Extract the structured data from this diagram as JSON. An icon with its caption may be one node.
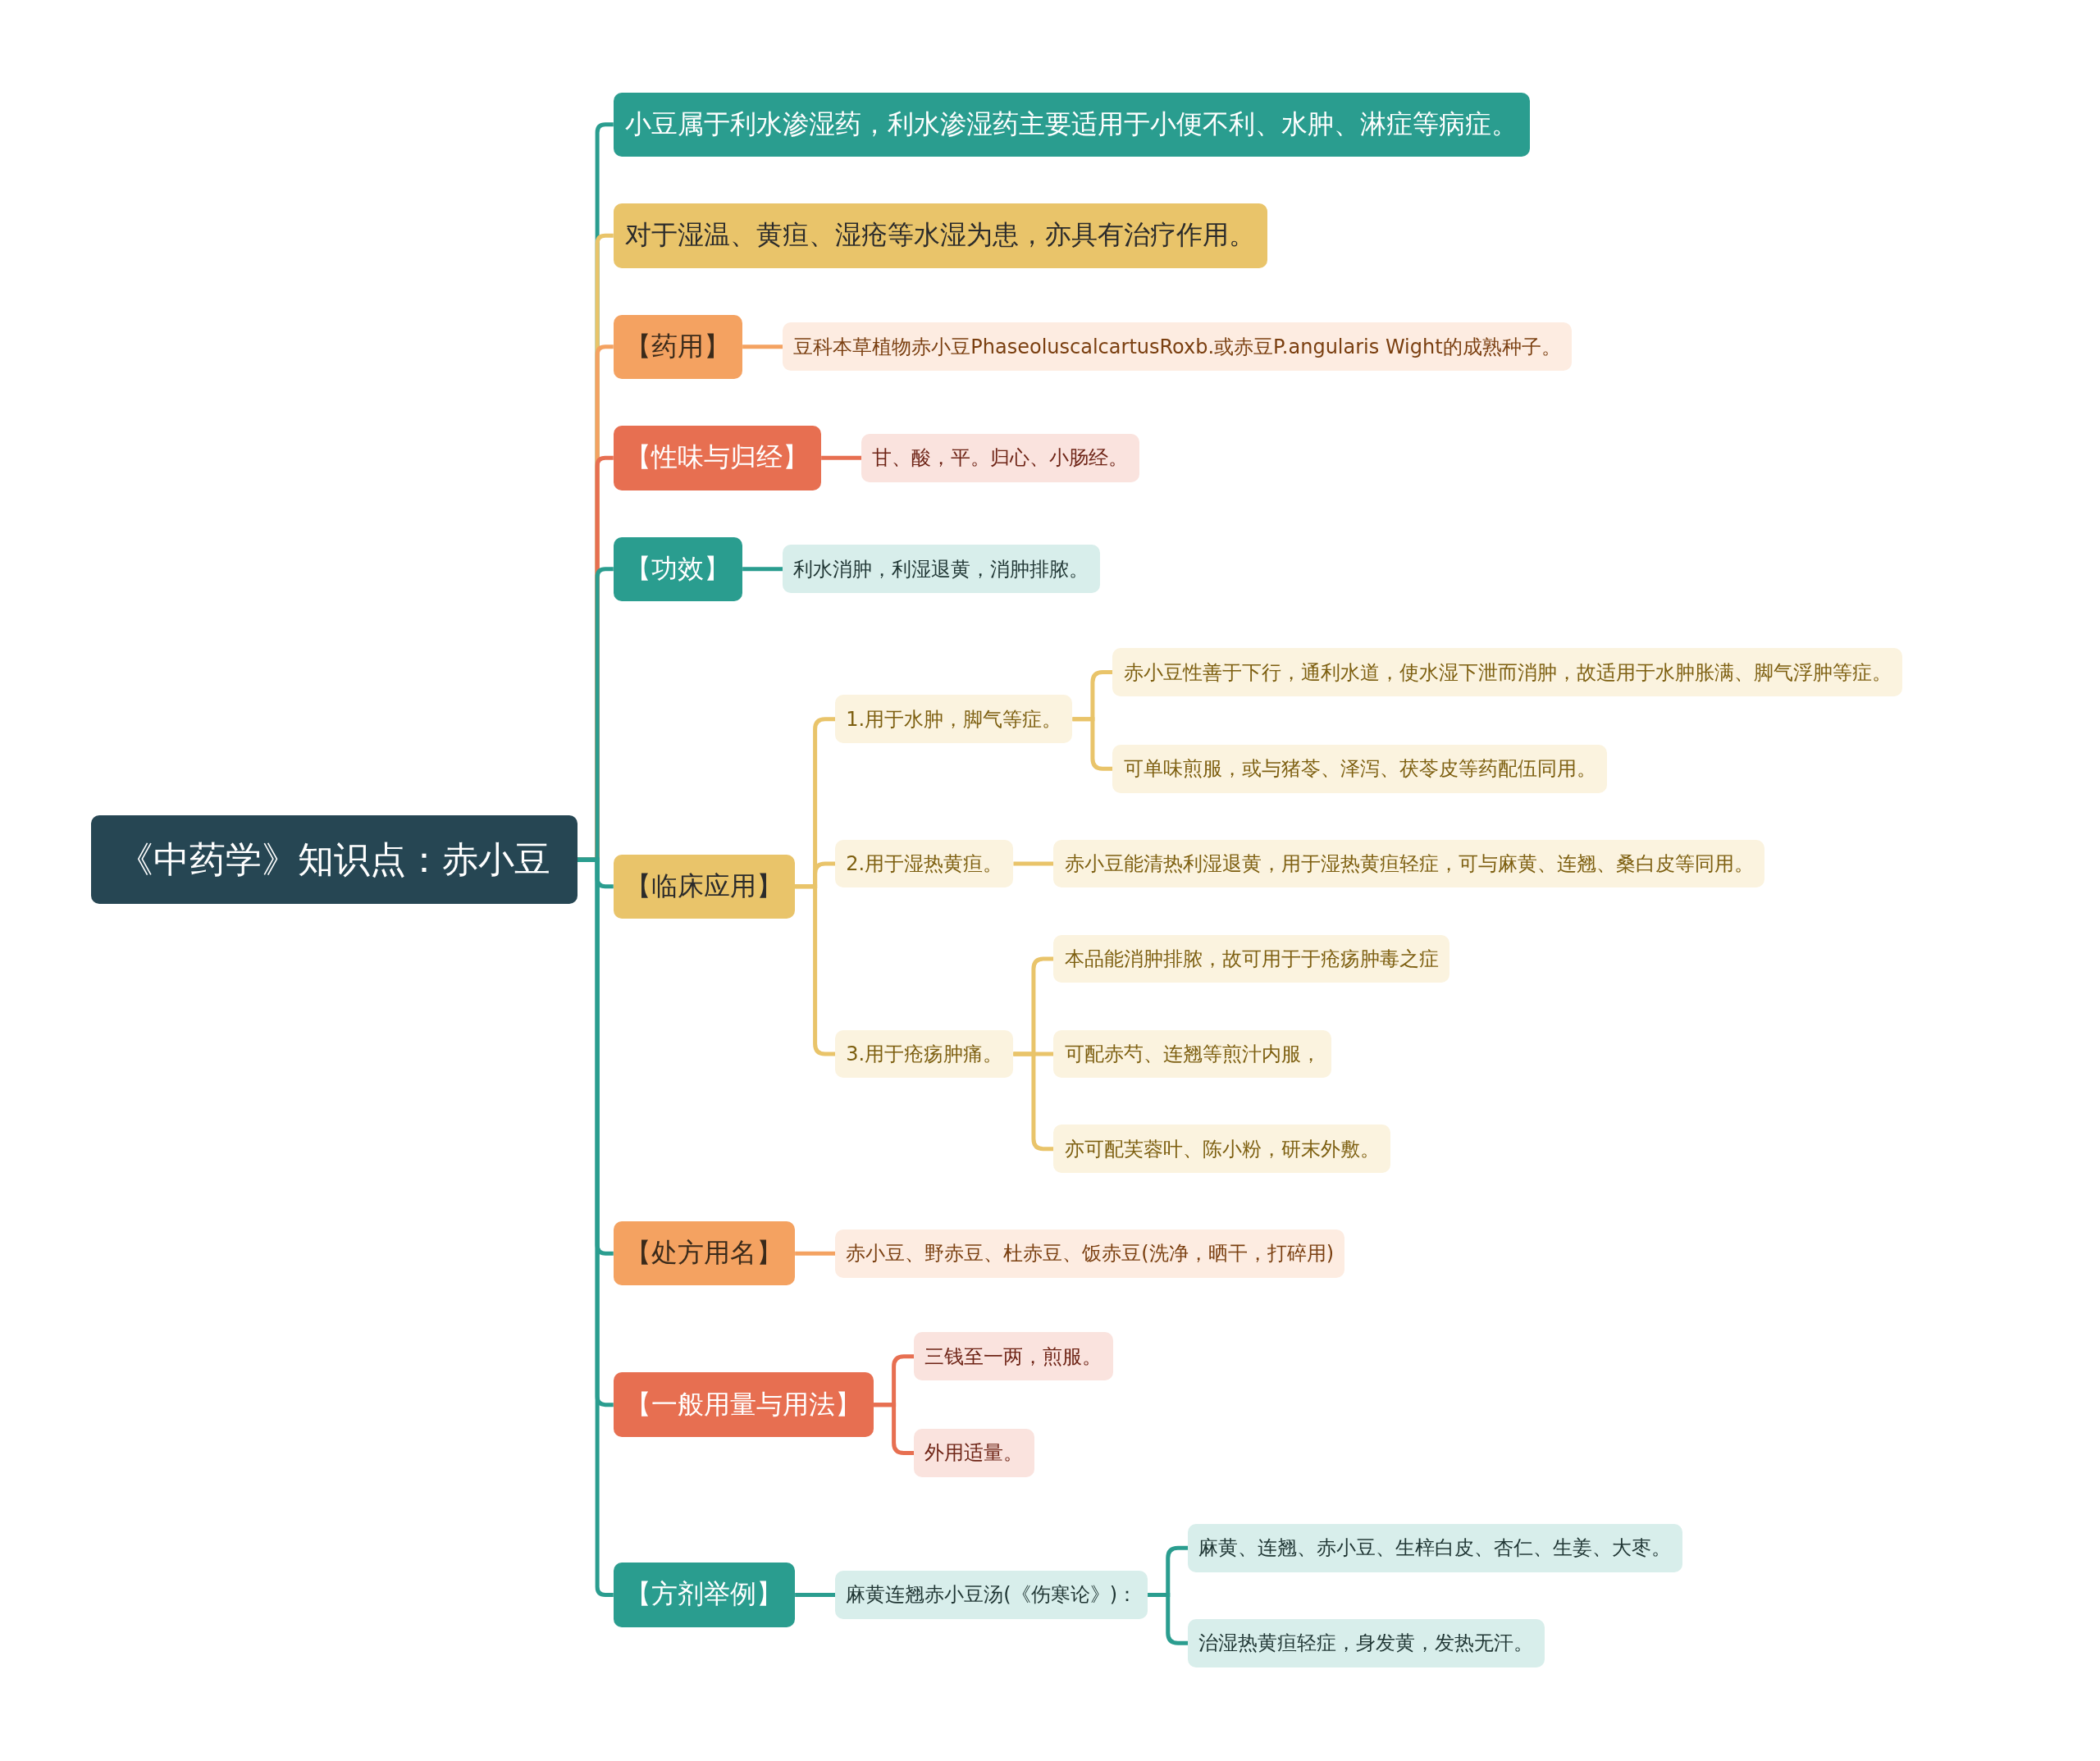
{
  "diagram": {
    "nodes": [
      {
        "text": [
          "《中药学》知识点：赤小豆"
        ]
      },
      {
        "text": [
          "小豆属于利水渗湿药，利水渗湿药主要适用于小便不利、水肿、淋症等病症。"
        ]
      },
      {
        "text": [
          "对于湿温、黄疸、湿疮等水湿为患，亦具有治疗作用。"
        ]
      },
      {
        "text": [
          "【药用】"
        ]
      },
      {
        "text": [
          "豆科本草植物赤小豆PhaseoluscalcartusRoxb.或赤豆P.angularis Wight的成熟种子。"
        ]
      },
      {
        "text": [
          "【性味与归经】"
        ]
      },
      {
        "text": [
          "甘、酸，平。归心、小肠经。"
        ]
      },
      {
        "text": [
          "【功效】"
        ]
      },
      {
        "text": [
          "利水消肿，利湿退黄，消肿排脓。"
        ]
      },
      {
        "text": [
          "【临床应用】"
        ]
      },
      {
        "text": [
          "1.用于水肿，脚气等症。"
        ]
      },
      {
        "text": [
          "赤小豆性善于下行，通利水道，使水湿下泄而消肿，故适用于水肿胀满、脚气浮肿等症。"
        ]
      },
      {
        "text": [
          "可单味煎服，或与猪苓、泽泻、茯苓皮等药配伍同用。"
        ]
      },
      {
        "text": [
          "2.用于湿热黄疸。"
        ]
      },
      {
        "text": [
          "赤小豆能清热利湿退黄，用于湿热黄疸轻症，可与麻黄、连翘、桑白皮等同用。"
        ]
      },
      {
        "text": [
          "3.用于疮疡肿痛。"
        ]
      },
      {
        "text": [
          "本品能消肿排脓，故可用于于疮疡肿毒之症"
        ]
      },
      {
        "text": [
          "可配赤芍、连翘等煎汁内服，"
        ]
      },
      {
        "text": [
          "亦可配芙蓉叶、陈小粉，研末外敷。"
        ]
      },
      {
        "text": [
          "【处方用名】"
        ]
      },
      {
        "text": [
          "赤小豆、野赤豆、杜赤豆、饭赤豆(洗净，晒干，打碎用)"
        ]
      },
      {
        "text": [
          "【一般用量与用法】"
        ]
      },
      {
        "text": [
          "三钱至一两，煎服。"
        ]
      },
      {
        "text": [
          "外用适量。"
        ]
      },
      {
        "text": [
          "【方剂举例】"
        ]
      },
      {
        "text": [
          "麻黄连翘赤小豆汤(《伤寒论》)："
        ]
      },
      {
        "text": [
          "麻黄、连翘、赤小豆、生梓白皮、杏仁、生姜、大枣。"
        ]
      },
      {
        "text": [
          "治湿热黄疸轻症，身发黄，发热无汗。"
        ]
      }
    ],
    "edges": [
      {
        "from": 0,
        "to": 1,
        "arrow": "none",
        "color": "#2a9d8f"
      },
      {
        "from": 0,
        "to": 2,
        "arrow": "none",
        "color": "#e9c46a"
      },
      {
        "from": 0,
        "to": 3,
        "arrow": "none",
        "color": "#f4a261"
      },
      {
        "from": 3,
        "to": 4,
        "arrow": "none",
        "color": "#f4a261"
      },
      {
        "from": 0,
        "to": 5,
        "arrow": "none",
        "color": "#e76f51"
      },
      {
        "from": 5,
        "to": 6,
        "arrow": "none",
        "color": "#e76f51"
      },
      {
        "from": 0,
        "to": 7,
        "arrow": "none",
        "color": "#2a9d8f"
      },
      {
        "from": 7,
        "to": 8,
        "arrow": "none",
        "color": "#2a9d8f"
      },
      {
        "from": 0,
        "to": 9,
        "arrow": "none",
        "color": "#2a9d8f"
      },
      {
        "from": 9,
        "to": 10,
        "arrow": "none",
        "color": "#e9c46a"
      },
      {
        "from": 10,
        "to": 11,
        "arrow": "none",
        "color": "#e9c46a"
      },
      {
        "from": 10,
        "to": 12,
        "arrow": "none",
        "color": "#e9c46a"
      },
      {
        "from": 9,
        "to": 13,
        "arrow": "none",
        "color": "#e9c46a"
      },
      {
        "from": 13,
        "to": 14,
        "arrow": "none",
        "color": "#e9c46a"
      },
      {
        "from": 9,
        "to": 15,
        "arrow": "none",
        "color": "#e9c46a"
      },
      {
        "from": 15,
        "to": 16,
        "arrow": "none",
        "color": "#e9c46a"
      },
      {
        "from": 15,
        "to": 17,
        "arrow": "none",
        "color": "#e9c46a"
      },
      {
        "from": 15,
        "to": 18,
        "arrow": "none",
        "color": "#e9c46a"
      },
      {
        "from": 0,
        "to": 19,
        "arrow": "none",
        "color": "#2a9d8f"
      },
      {
        "from": 19,
        "to": 20,
        "arrow": "none",
        "color": "#f4a261"
      },
      {
        "from": 0,
        "to": 21,
        "arrow": "none",
        "color": "#2a9d8f"
      },
      {
        "from": 21,
        "to": 22,
        "arrow": "none",
        "color": "#e76f51"
      },
      {
        "from": 21,
        "to": 23,
        "arrow": "none",
        "color": "#e76f51"
      },
      {
        "from": 0,
        "to": 24,
        "arrow": "none",
        "color": "#2a9d8f"
      },
      {
        "from": 24,
        "to": 25,
        "arrow": "none",
        "color": "#2a9d8f"
      },
      {
        "from": 25,
        "to": 26,
        "arrow": "none",
        "color": "#2a9d8f"
      },
      {
        "from": 25,
        "to": 27,
        "arrow": "none",
        "color": "#2a9d8f"
      }
    ]
  }
}
